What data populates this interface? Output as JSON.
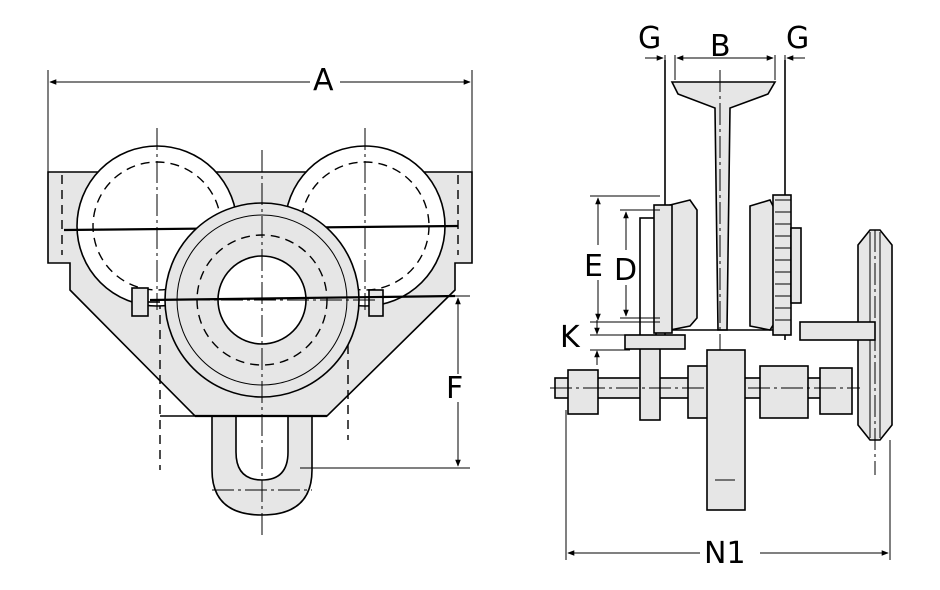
{
  "labels": {
    "A": "A",
    "B": "B",
    "G_left": "G",
    "G_right": "G",
    "E": "E",
    "D": "D",
    "K": "K",
    "F": "F",
    "N1": "N1"
  },
  "colors": {
    "line": "#000000",
    "fill": "#e6e6e6",
    "background": "#ffffff"
  }
}
